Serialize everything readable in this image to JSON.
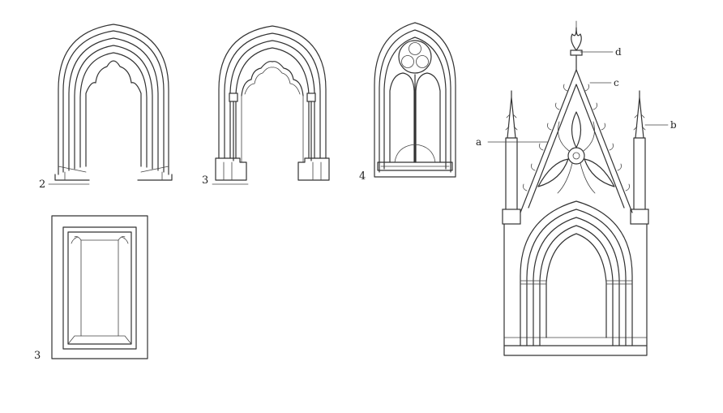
{
  "figures": [
    {
      "id": "fig-2",
      "number": "2"
    },
    {
      "id": "fig-3a",
      "number": "3"
    },
    {
      "id": "fig-4",
      "number": "4"
    },
    {
      "id": "fig-3b",
      "number": "3"
    }
  ],
  "callouts": {
    "a": "a",
    "b": "b",
    "c": "c",
    "d": "d"
  }
}
